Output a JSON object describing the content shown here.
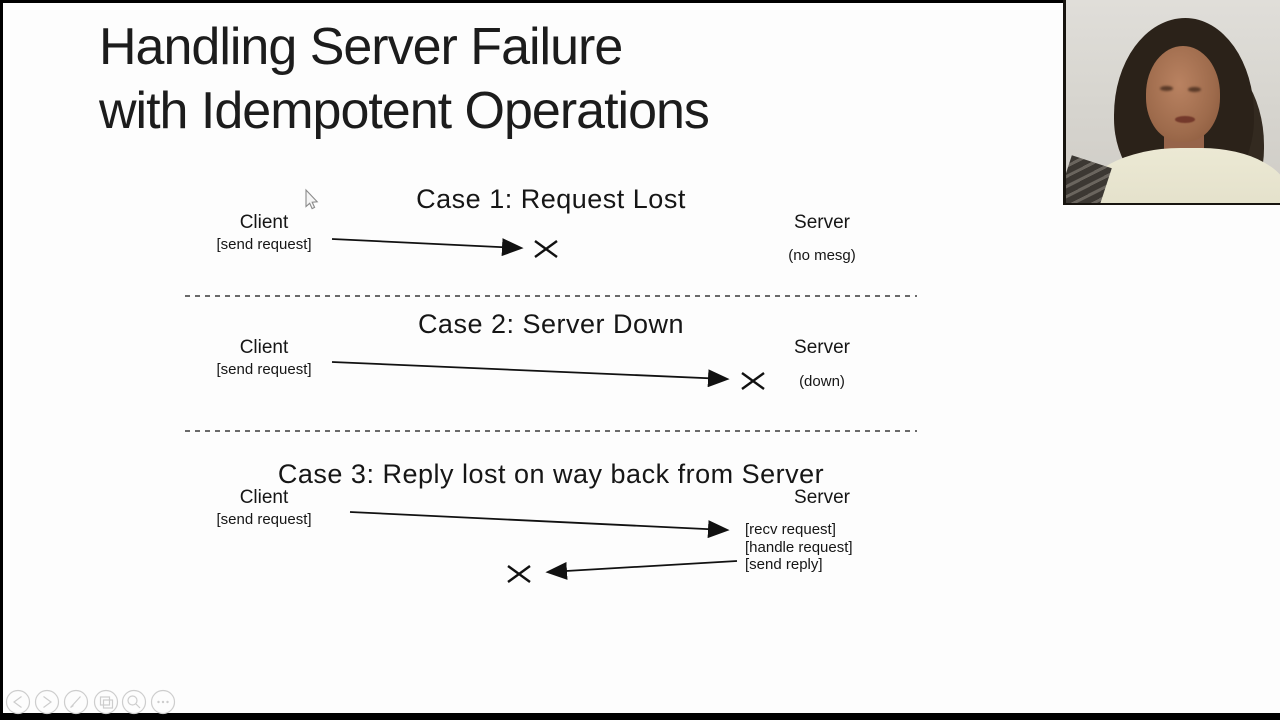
{
  "slide": {
    "title_line1": "Handling Server Failure",
    "title_line2": "with Idempotent Operations",
    "cases": [
      {
        "heading": "Case 1: Request Lost",
        "client_label": "Client",
        "client_action": "[send request]",
        "server_label": "Server",
        "server_note": "(no mesg)"
      },
      {
        "heading": "Case 2: Server Down",
        "client_label": "Client",
        "client_action": "[send request]",
        "server_label": "Server",
        "server_note": "(down)"
      },
      {
        "heading": "Case 3: Reply lost on way back from Server",
        "client_label": "Client",
        "client_action": "[send request]",
        "server_label": "Server",
        "server_steps": [
          "[recv request]",
          "[handle request]",
          "[send reply]"
        ]
      }
    ]
  },
  "player_controls": {
    "items": [
      {
        "name": "previous-slide"
      },
      {
        "name": "next-slide"
      },
      {
        "name": "pen-tools"
      },
      {
        "name": "see-all-slides"
      },
      {
        "name": "zoom-slide"
      },
      {
        "name": "more-options"
      }
    ]
  },
  "colors": {
    "slide_background": "#fdfdfd",
    "letterbox": "#000000",
    "diagram_ink": "#161616",
    "controls_gray": "#c9c9c9",
    "webcam_wall": "#d8d6d0",
    "webcam_hair": "#2b2219",
    "webcam_skin": "#9e6b4c",
    "webcam_top": "#e9e6d1"
  }
}
